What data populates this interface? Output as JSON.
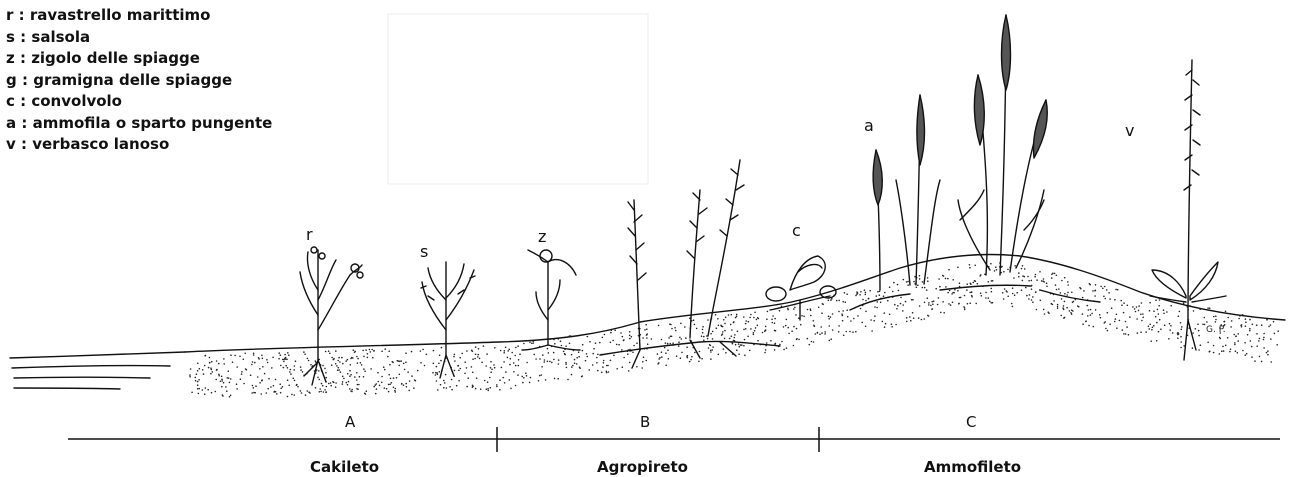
{
  "legend": [
    {
      "code": "r",
      "name": "ravastrello marittimo"
    },
    {
      "code": "s",
      "name": "salsola"
    },
    {
      "code": "z",
      "name": "zigolo delle spiagge"
    },
    {
      "code": "g",
      "name": "gramigna delle spiagge"
    },
    {
      "code": "c",
      "name": "convolvolo"
    },
    {
      "code": "a",
      "name": "ammofila o sparto pungente"
    },
    {
      "code": "v",
      "name": "verbasco lanoso"
    }
  ],
  "plant_letters": [
    "r",
    "s",
    "z",
    "c",
    "a",
    "v"
  ],
  "zones": [
    {
      "letter": "A",
      "name": "Cakileto"
    },
    {
      "letter": "B",
      "name": "Agropireto"
    },
    {
      "letter": "C",
      "name": "Ammofileto"
    }
  ],
  "signature": "G. P."
}
